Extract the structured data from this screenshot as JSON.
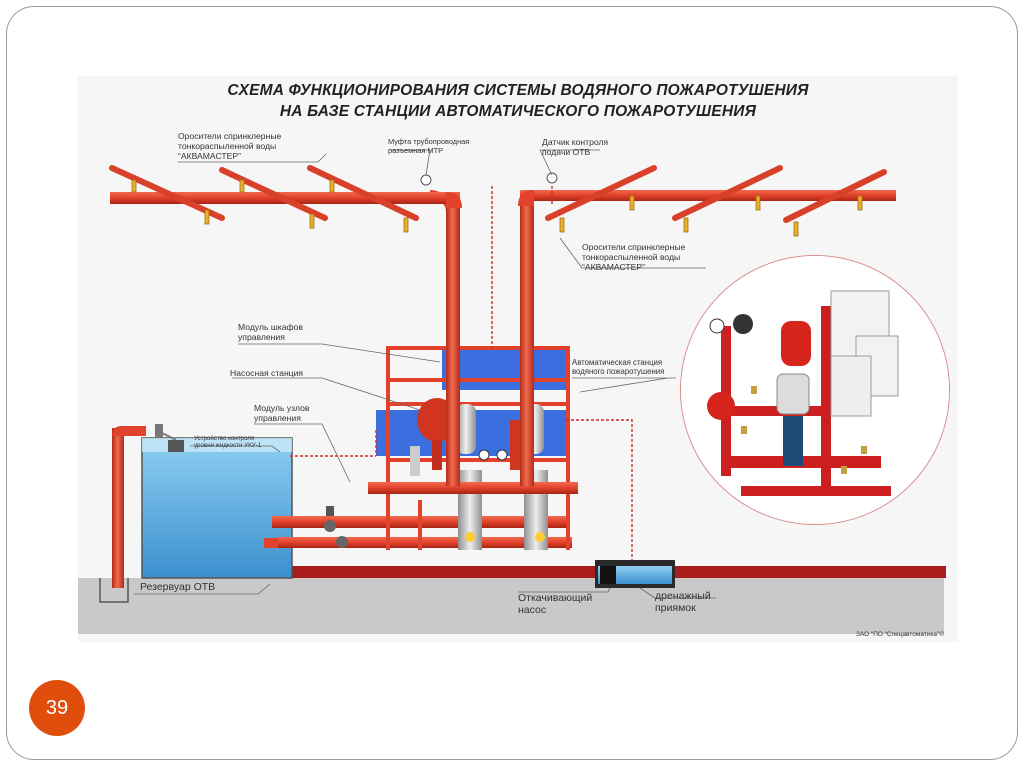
{
  "title_line1": "СХЕМА ФУНКЦИОНИРОВАНИЯ СИСТЕМЫ ВОДЯНОГО ПОЖАРОТУШЕНИЯ",
  "title_line2": "НА БАЗЕ СТАНЦИИ АВТОМАТИЧЕСКОГО ПОЖАРОТУШЕНИЯ",
  "labels": {
    "sprinklers_left": [
      "Оросители спринклерные",
      "тонкораспыленной воды",
      "“АКВАМАСТЕР”"
    ],
    "coupling": [
      "Муфта трубопроводная",
      "разъемная МТР"
    ],
    "flow_sensor": [
      "Датчик контроля",
      "подачи ОТВ"
    ],
    "sprinklers_right": [
      "Оросители спринклерные",
      "тонкораспыленной воды",
      "“АКВАМАСТЕР”"
    ],
    "control_cabinets": [
      "Модуль шкафов",
      "управления"
    ],
    "pump_station": "Насосная станция",
    "valve_module": [
      "Модуль узлов",
      "управления"
    ],
    "auto_station": [
      "Автоматическая станция",
      "водяного пожаротушения"
    ],
    "level_device": [
      "Устройство контроля",
      "уровня жидкости УКУ-1"
    ],
    "reservoir": "Резервуар ОТВ",
    "drain_pump": [
      "Откачивающий",
      "насос"
    ],
    "drain_pit": [
      "дренажный",
      "приямок"
    ]
  },
  "footer": "ЗАО “ПО “Спецавтоматика”©",
  "page_number": "39",
  "colors": {
    "pipe": "#e2412b",
    "pipe_dark": "#b52b1a",
    "water": "#5aaee0",
    "ground": "#c9c9c9",
    "floor_line": "#b01e1e",
    "panel": "#3b6fe0",
    "accent": "#e04e0e"
  }
}
